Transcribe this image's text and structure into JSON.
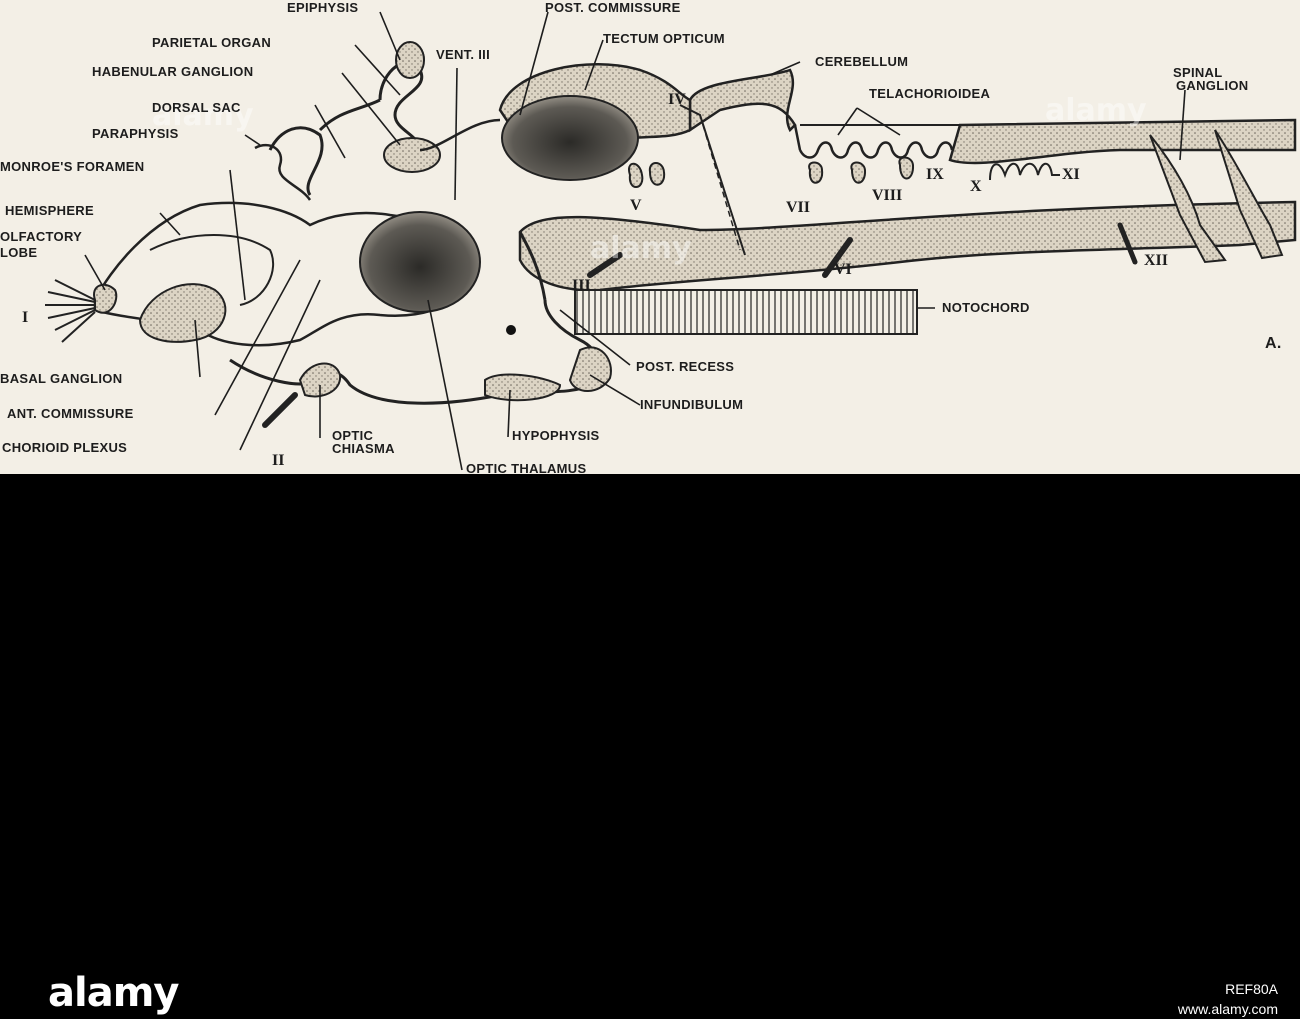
{
  "labels": {
    "epiphysis": "EPIPHYSIS",
    "post_commissure": "POST. COMMISSURE",
    "tectum_opticum": "TECTUM OPTICUM",
    "parietal_organ": "PARIETAL ORGAN",
    "vent_iii": "VENT. III",
    "cerebellum": "CEREBELLUM",
    "habenular_ganglion": "HABENULAR GANGLION",
    "telachorioidea": "TELACHORIOIDEA",
    "spinal": "SPINAL",
    "ganglion": "GANGLION",
    "dorsal_sac": "DORSAL SAC",
    "paraphysis": "PARAPHYSIS",
    "monroes_foramen": "MONROE'S FORAMEN",
    "hemisphere": "HEMISPHERE",
    "olfactory": "OLFACTORY",
    "lobe": "LOBE",
    "notochord": "NOTOCHORD",
    "basal_ganglion": "BASAL GANGLION",
    "post_recess": "POST. RECESS",
    "ant_commissure": "ANT. COMMISSURE",
    "infundibulum": "INFUNDIBULUM",
    "chorioid_plexus": "CHORIOID PLEXUS",
    "optic": "OPTIC",
    "chiasma": "CHIASMA",
    "hypophysis": "HYPOPHYSIS",
    "optic_thalamus": "OPTIC THALAMUS",
    "figure_letter": "A."
  },
  "nerves": {
    "i": "I",
    "ii": "II",
    "iii": "III",
    "iv": "IV",
    "v": "V",
    "vi": "VI",
    "vii": "VII",
    "viii": "VIII",
    "ix": "IX",
    "x": "X",
    "xi": "XI",
    "xii": "XII"
  },
  "watermark": "alamy",
  "footer": {
    "logo": "alamy",
    "image_id": "REF80A",
    "url": "www.alamy.com"
  }
}
